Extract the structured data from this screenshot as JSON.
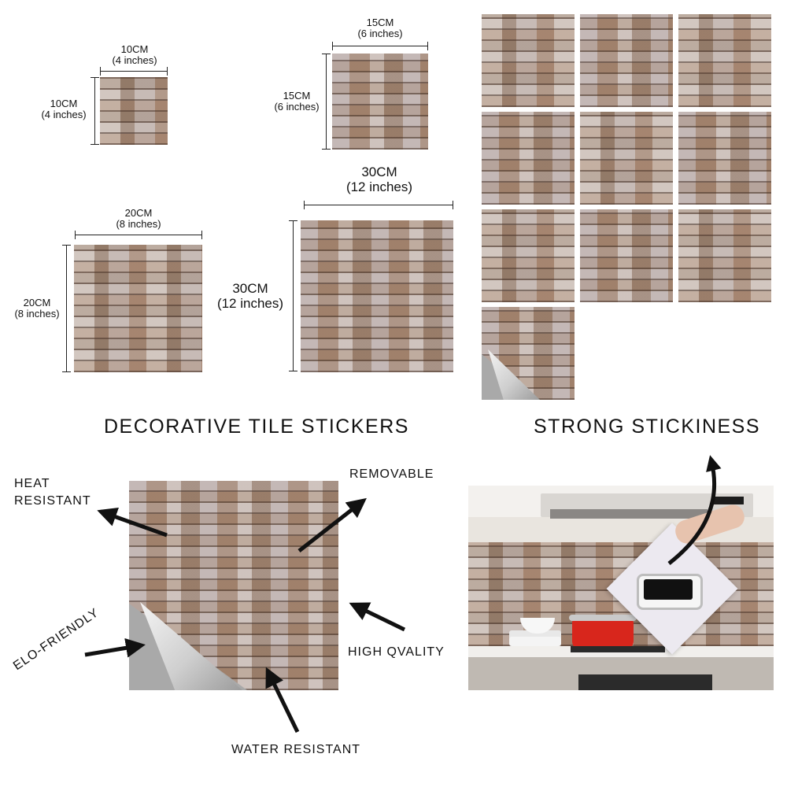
{
  "sizes": {
    "s10": {
      "cm": "10CM",
      "in": "(4 inches)"
    },
    "s15": {
      "cm": "15CM",
      "in": "(6 inches)"
    },
    "s20": {
      "cm": "20CM",
      "in": "(8 inches)"
    },
    "s30": {
      "cm": "30CM",
      "in": "(12 inches)"
    }
  },
  "headings": {
    "decorative": "DECORATIVE TILE STICKERS",
    "stickiness": "STRONG STICKINESS"
  },
  "features": {
    "heat": "HEAT\nRESISTANT",
    "removable": "REMOVABLE",
    "eco": "ELO-FRIENDLY",
    "quality": "HIGH QVALITY",
    "water": "WATER RESISTANT"
  },
  "colors": {
    "stone_warm": "#b59f8e",
    "peel_gray": "#a9a9a9",
    "kitchen_red": "#d8261c"
  }
}
